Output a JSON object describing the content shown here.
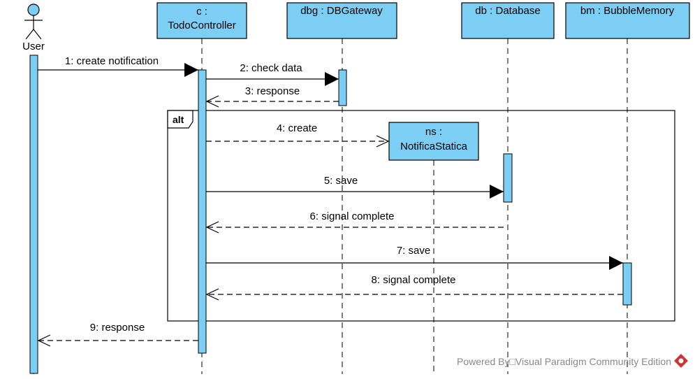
{
  "colors": {
    "box_fill": "#7ccef4",
    "line": "#000000",
    "footer": "#888888",
    "logo": "#cc3333"
  },
  "actor": {
    "label": "User"
  },
  "participants": [
    {
      "id": "c",
      "line1": "c :",
      "line2": "TodoController"
    },
    {
      "id": "dbg",
      "line1": "dbg : DBGateway"
    },
    {
      "id": "db",
      "line1": "db : Database"
    },
    {
      "id": "bm",
      "line1": "bm : BubbleMemory"
    }
  ],
  "created_object": {
    "line1": "ns :",
    "line2": "NotificaStatica"
  },
  "fragment": {
    "operator": "alt"
  },
  "messages": [
    {
      "label": "1: create notification",
      "type": "sync"
    },
    {
      "label": "2: check data",
      "type": "sync"
    },
    {
      "label": "3: response",
      "type": "return"
    },
    {
      "label": "4: create",
      "type": "create"
    },
    {
      "label": "5: save",
      "type": "sync"
    },
    {
      "label": "6: signal complete",
      "type": "return"
    },
    {
      "label": "7: save",
      "type": "sync"
    },
    {
      "label": "8: signal complete",
      "type": "return"
    },
    {
      "label": "9: response",
      "type": "return"
    }
  ],
  "footer": {
    "text": "Powered By□Visual Paradigm Community Edition",
    "logo_icon": "visual-paradigm-logo-icon"
  }
}
